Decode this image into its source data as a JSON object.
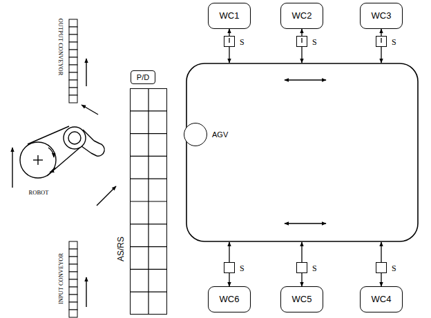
{
  "diagram": {
    "nodes": [
      {
        "text": [
          "WC1"
        ]
      },
      {
        "text": [
          "WC2"
        ]
      },
      {
        "text": [
          "WC3"
        ]
      },
      {
        "text": [
          "S"
        ]
      },
      {
        "text": [
          "S"
        ]
      },
      {
        "text": [
          "S"
        ]
      },
      {
        "text": [
          "P/D"
        ]
      },
      {
        "text": [
          "AGV"
        ]
      },
      {
        "text": [
          "AS/RS"
        ]
      },
      {
        "text": [
          "S"
        ]
      },
      {
        "text": [
          "S"
        ]
      },
      {
        "text": [
          "S"
        ]
      },
      {
        "text": [
          "WC6"
        ]
      },
      {
        "text": [
          "WC5"
        ]
      },
      {
        "text": [
          "WC4"
        ]
      }
    ],
    "edges": [
      {
        "from": 3,
        "to": 0,
        "arrow": "to"
      },
      {
        "from": 4,
        "to": 1,
        "arrow": "to"
      },
      {
        "from": 5,
        "to": 2,
        "arrow": "to"
      },
      {
        "from": 9,
        "to": 12,
        "arrow": "to"
      },
      {
        "from": 10,
        "to": 13,
        "arrow": "to"
      },
      {
        "from": 11,
        "to": 14,
        "arrow": "to"
      }
    ],
    "labels": [
      "OUTPUT CONVEYOR",
      "ROBOT",
      "INPUT CONVEYOR"
    ]
  }
}
